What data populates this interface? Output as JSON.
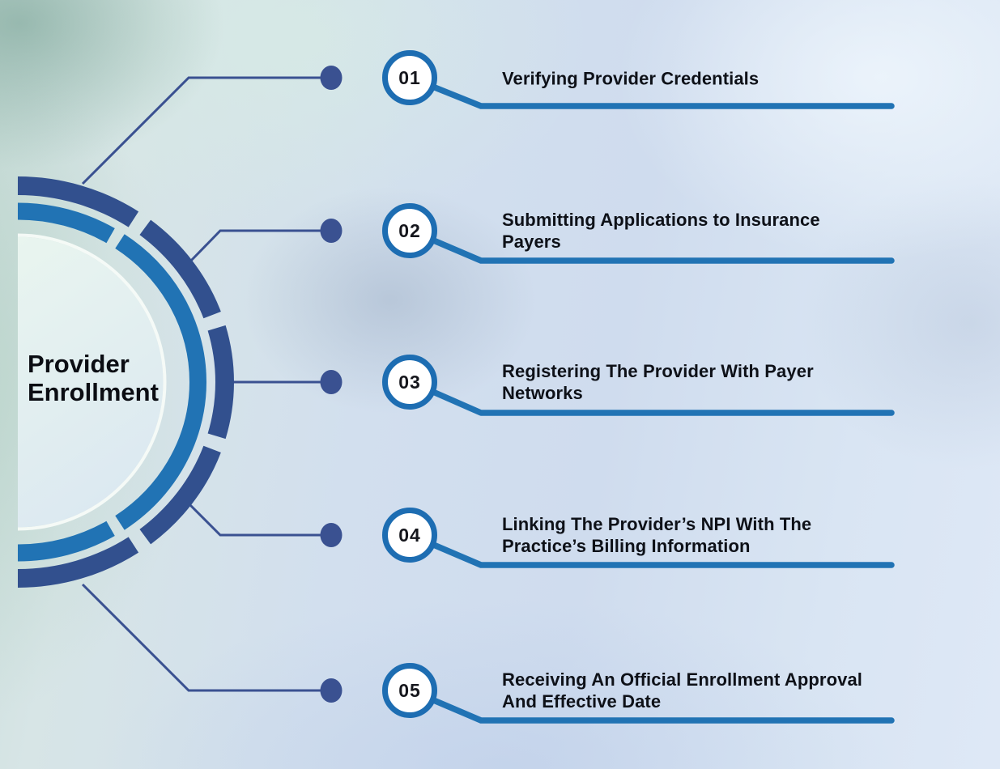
{
  "title": "Provider Enrollment",
  "center_label": {
    "line1": "Provider",
    "line2": "Enrollment"
  },
  "steps": [
    {
      "number": "01",
      "title": "Verifying Provider Credentials",
      "title_lines": [
        "Verifying Provider Credentials"
      ]
    },
    {
      "number": "02",
      "title": "Submitting Applications to Insurance Payers",
      "title_lines": [
        "Submitting Applications to Insurance",
        "Payers"
      ]
    },
    {
      "number": "03",
      "title": "Registering The Provider With Payer Networks",
      "title_lines": [
        "Registering The Provider With Payer",
        "Networks"
      ]
    },
    {
      "number": "04",
      "title": "Linking The Provider’s NPI With The Practice’s Billing Information",
      "title_lines": [
        "Linking The Provider’s NPI With The",
        "Practice’s Billing Information"
      ]
    },
    {
      "number": "05",
      "title": "Receiving An Official Enrollment Approval And Effective Date",
      "title_lines": [
        "Receiving An Official Enrollment Approval",
        "And Effective Date"
      ]
    }
  ],
  "colors": {
    "navy_arc": "#32508e",
    "blue_arc": "#2173b4",
    "badge_border": "#1d6db2",
    "connector": "#3a5191",
    "underline": "#2173b4",
    "title_text": "#0e1118",
    "semicircle_fill_top": "#e9f5ef",
    "semicircle_fill_bottom": "#dce9f1"
  }
}
